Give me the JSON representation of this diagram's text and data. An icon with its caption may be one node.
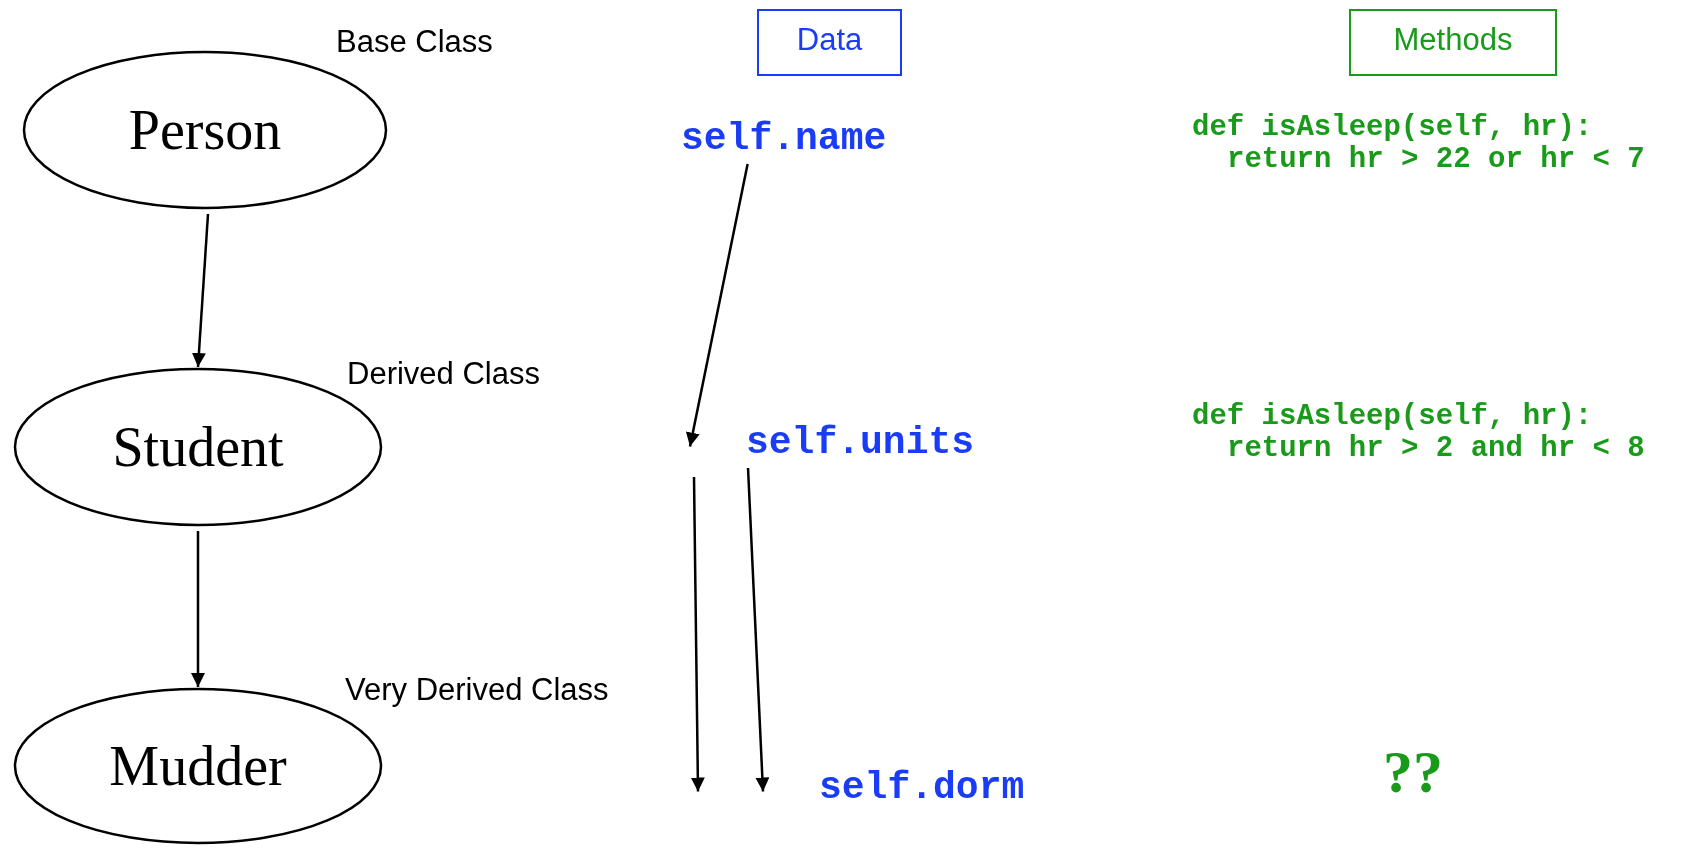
{
  "diagram": {
    "nodes": [
      {
        "text": [
          "Person"
        ],
        "beside": [
          "Base Class"
        ]
      },
      {
        "text": [
          "Student"
        ],
        "beside": [
          "Derived Class"
        ]
      },
      {
        "text": [
          "Mudder"
        ],
        "beside": [
          "Very Derived Class"
        ]
      },
      {
        "text": [
          "Data"
        ]
      },
      {
        "text": [
          "Methods"
        ]
      },
      {
        "text": [
          "self.name"
        ]
      },
      {
        "text": [
          "self.units"
        ]
      },
      {
        "text": [
          "self.dorm"
        ]
      }
    ],
    "edges": [
      {
        "from": 0,
        "to": 1,
        "arrow": "to"
      },
      {
        "from": 1,
        "to": 2,
        "arrow": "to"
      },
      {
        "from": 5,
        "to": 6,
        "arrow": "to"
      },
      {
        "from": null,
        "to": 7,
        "arrow": "to"
      },
      {
        "from": 6,
        "to": 7,
        "arrow": "to"
      }
    ],
    "labels": [
      "def isAsleep(self, hr):",
      "return hr > 22 or hr < 7",
      "def isAsleep(self, hr):",
      "return hr > 2 and hr < 8",
      "??"
    ]
  }
}
